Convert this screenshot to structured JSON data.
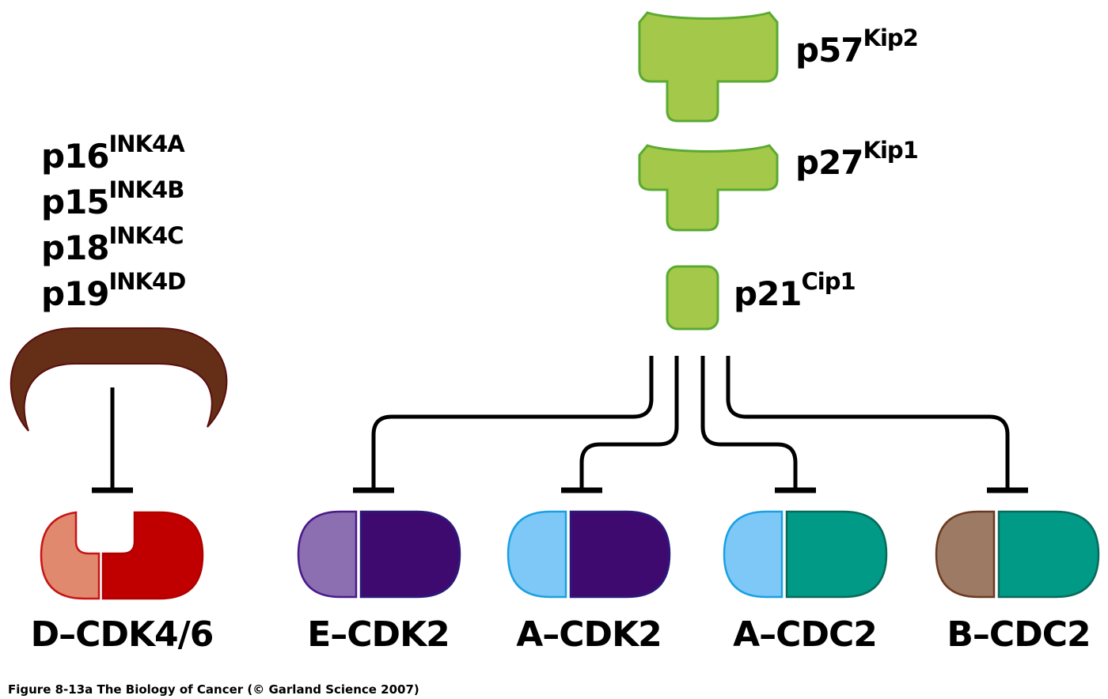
{
  "colors": {
    "green": "#a3c84a",
    "green_stroke": "#5aaa32",
    "brown": "#652e17",
    "cyclin_d": "#e0896f",
    "cdk46": "#c00000",
    "cyclin_e": "#8c6fb0",
    "cdk2": "#3f0a70",
    "cyclin_a": "#7ec8f8",
    "cdc2": "#009a86",
    "cyclin_b": "#9c7a64"
  },
  "ink4": [
    {
      "base": "p16",
      "sup": "INK4A"
    },
    {
      "base": "p15",
      "sup": "INK4B"
    },
    {
      "base": "p18",
      "sup": "INK4C"
    },
    {
      "base": "p19",
      "sup": "INK4D"
    }
  ],
  "cip_kip": [
    {
      "base": "p57",
      "sup": "Kip2"
    },
    {
      "base": "p27",
      "sup": "Kip1"
    },
    {
      "base": "p21",
      "sup": "Cip1"
    }
  ],
  "complexes": [
    "D–CDK4/6",
    "E–CDK2",
    "A–CDK2",
    "A–CDC2",
    "B–CDC2"
  ],
  "caption": "Figure 8-13a  The Biology of Cancer (© Garland Science 2007)"
}
